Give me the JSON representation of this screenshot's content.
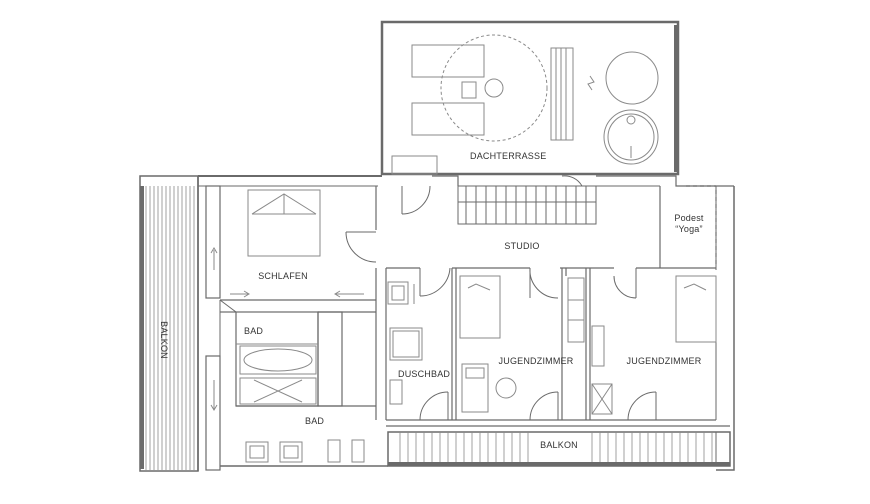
{
  "colors": {
    "wall": "#6a6a6a",
    "fixture": "#8a8a8a",
    "text": "#333333"
  },
  "labels": {
    "dachterrasse": "DACHTERRASSE",
    "studio": "STUDIO",
    "podest_line1": "Podest",
    "podest_line2": "“Yoga”",
    "schlafen": "SCHLAFEN",
    "bad_upper": "BAD",
    "bad_lower": "BAD",
    "duschbad": "DUSCHBAD",
    "jugendzimmer_1": "JUGENDZIMMER",
    "jugendzimmer_2": "JUGENDZIMMER",
    "balkon_left": "BALKON",
    "balkon_bottom": "BALKON"
  }
}
